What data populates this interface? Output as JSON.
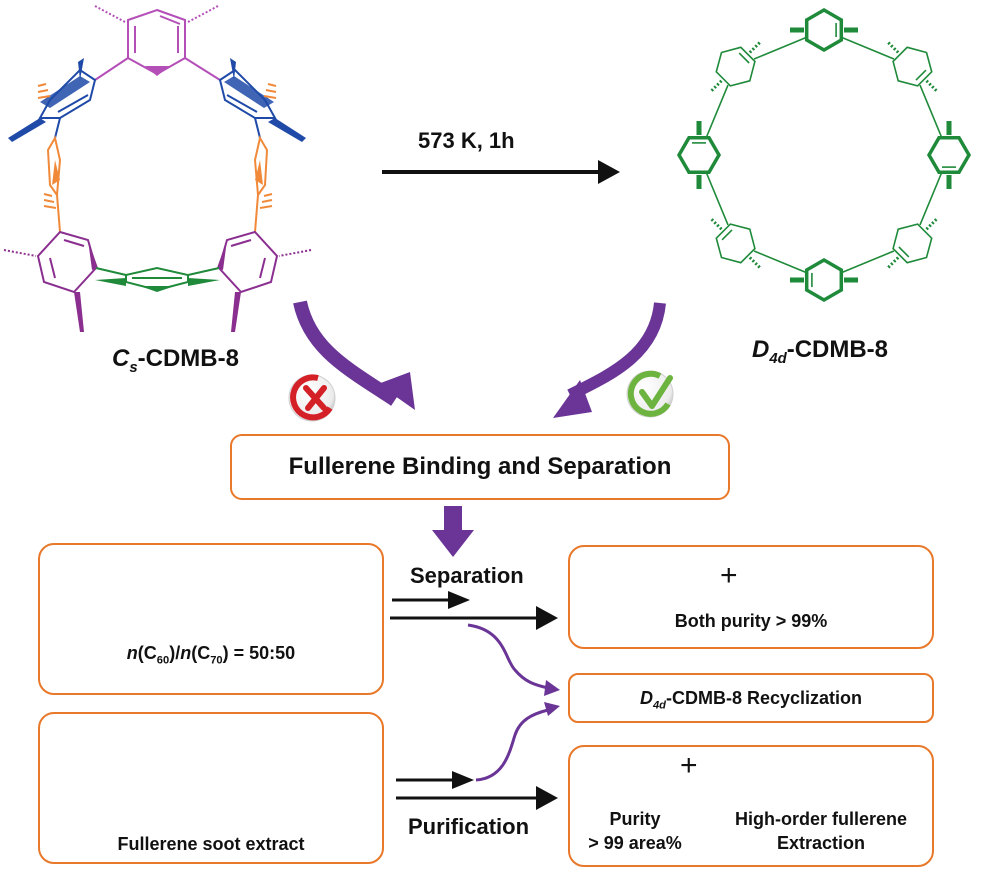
{
  "title": "Fullerene separation scheme with CDMB-8 macrocycle isomers",
  "colors": {
    "box_border": "#e8782a",
    "arrow_purple": "#6a3596",
    "c60": "#b04bb8",
    "c70": "#7a1414",
    "high_order": "#f2a616",
    "solvent_hexagon": "#6cc8d3",
    "green_molecule": "#1e8a3a",
    "blue_unit": "#1f4aa8",
    "orange_unit": "#f08a3a",
    "purple_unit": "#8a2e8f",
    "reject_red": "#d42027",
    "accept_green": "#6cb33f"
  },
  "molecules": {
    "left": {
      "label_main": "C",
      "label_sub": "s",
      "label_suffix": "-CDMB-8",
      "status_icon": "cross-icon"
    },
    "right": {
      "label_main": "D",
      "label_sub": "4d",
      "label_suffix": "-CDMB-8",
      "status_icon": "check-icon"
    }
  },
  "reaction": {
    "condition": "573 K, 1h"
  },
  "binding_box": {
    "label": "Fullerene Binding and Separation"
  },
  "mixture_box": {
    "formula_n1": "n",
    "formula_c1": "(C",
    "formula_sub1": "60",
    "formula_mid": ")/",
    "formula_n2": "n",
    "formula_c2": "(C",
    "formula_sub2": "70",
    "formula_end": ") = 50:50"
  },
  "soot_box": {
    "label": "Fullerene soot extract"
  },
  "process_labels": {
    "separation": "Separation",
    "purification": "Purification"
  },
  "result_separation": {
    "plus": "+",
    "label": "Both purity > 99%"
  },
  "recyclization": {
    "prefix_main": "D",
    "prefix_sub": "4d",
    "label": "-CDMB-8 Recyclization"
  },
  "result_purification": {
    "plus": "+",
    "left_line1": "Purity",
    "left_line2": "> 99 area%",
    "right_line1": "High-order fullerene",
    "right_line2": "Extraction"
  }
}
